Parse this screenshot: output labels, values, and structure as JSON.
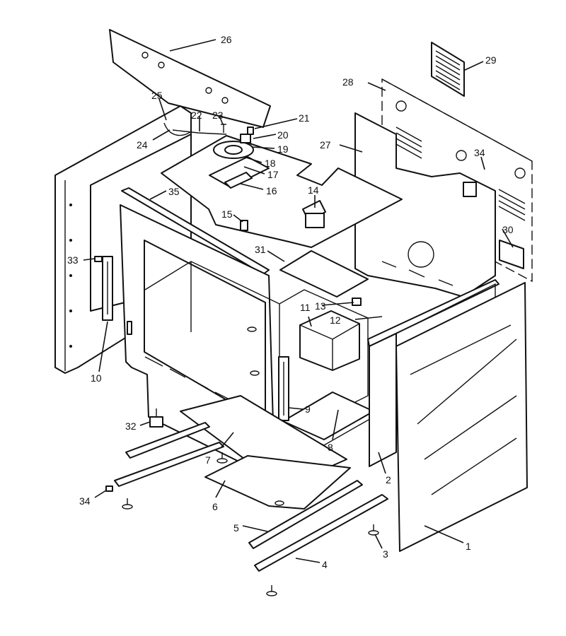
{
  "diagram": {
    "callouts": [
      "1",
      "2",
      "3",
      "4",
      "5",
      "6",
      "7",
      "8",
      "9",
      "10",
      "11",
      "12",
      "13",
      "14",
      "15",
      "16",
      "17",
      "18",
      "19",
      "20",
      "21",
      "22",
      "23",
      "24",
      "25",
      "26",
      "27",
      "28",
      "29",
      "30",
      "31",
      "32",
      "33",
      "34",
      "34",
      "35"
    ]
  }
}
